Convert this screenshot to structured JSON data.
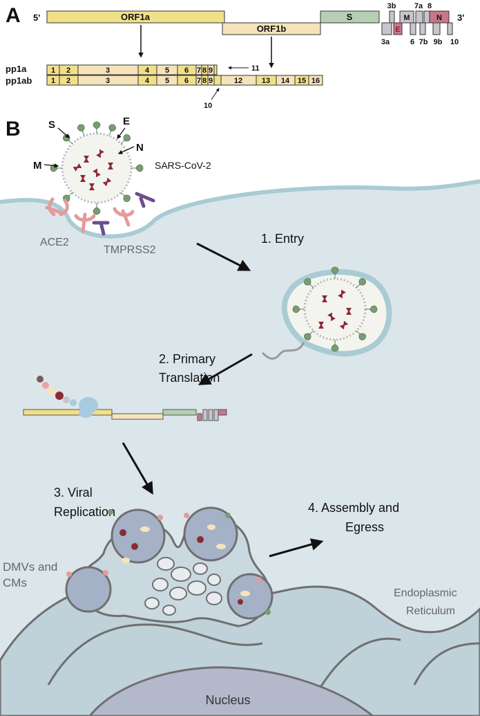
{
  "panel_a": {
    "letter": "A",
    "five_prime": "5'",
    "three_prime": "3'",
    "orf1a": "ORF1a",
    "orf1b": "ORF1b",
    "s": "S",
    "e": "E",
    "m": "M",
    "n": "N",
    "acc_top": [
      "3b",
      "7a",
      "8"
    ],
    "acc_bottom": [
      "3a",
      "6",
      "7b",
      "9b",
      "10"
    ],
    "pp1a": "pp1a",
    "pp1ab": "pp1ab",
    "pp1a_segments": [
      "1",
      "2",
      "3",
      "4",
      "5",
      "6",
      "7",
      "8",
      "9"
    ],
    "pp1ab_segments": [
      "1",
      "2",
      "3",
      "4",
      "5",
      "6",
      "7",
      "8",
      "9",
      "12",
      "13",
      "14",
      "15",
      "16"
    ],
    "label_11": "11",
    "label_10": "10"
  },
  "panel_b": {
    "letter": "B",
    "virus_name": "SARS-CoV-2",
    "proteins": [
      "S",
      "E",
      "N",
      "M"
    ],
    "receptor_ace2": "ACE2",
    "receptor_tmprss2": "TMPRSS2",
    "step1": "1. Entry",
    "step2_line1": "2. Primary",
    "step2_line2": "Translation",
    "step3_line1": "3. Viral",
    "step3_line2": "Replication",
    "step4_line1": "4. Assembly and",
    "step4_line2": "Egress",
    "dmv_line1": "DMVs and",
    "dmv_line2": "CMs",
    "er_line1": "Endoplasmic",
    "er_line2": "Reticulum",
    "nucleus": "Nucleus"
  }
}
